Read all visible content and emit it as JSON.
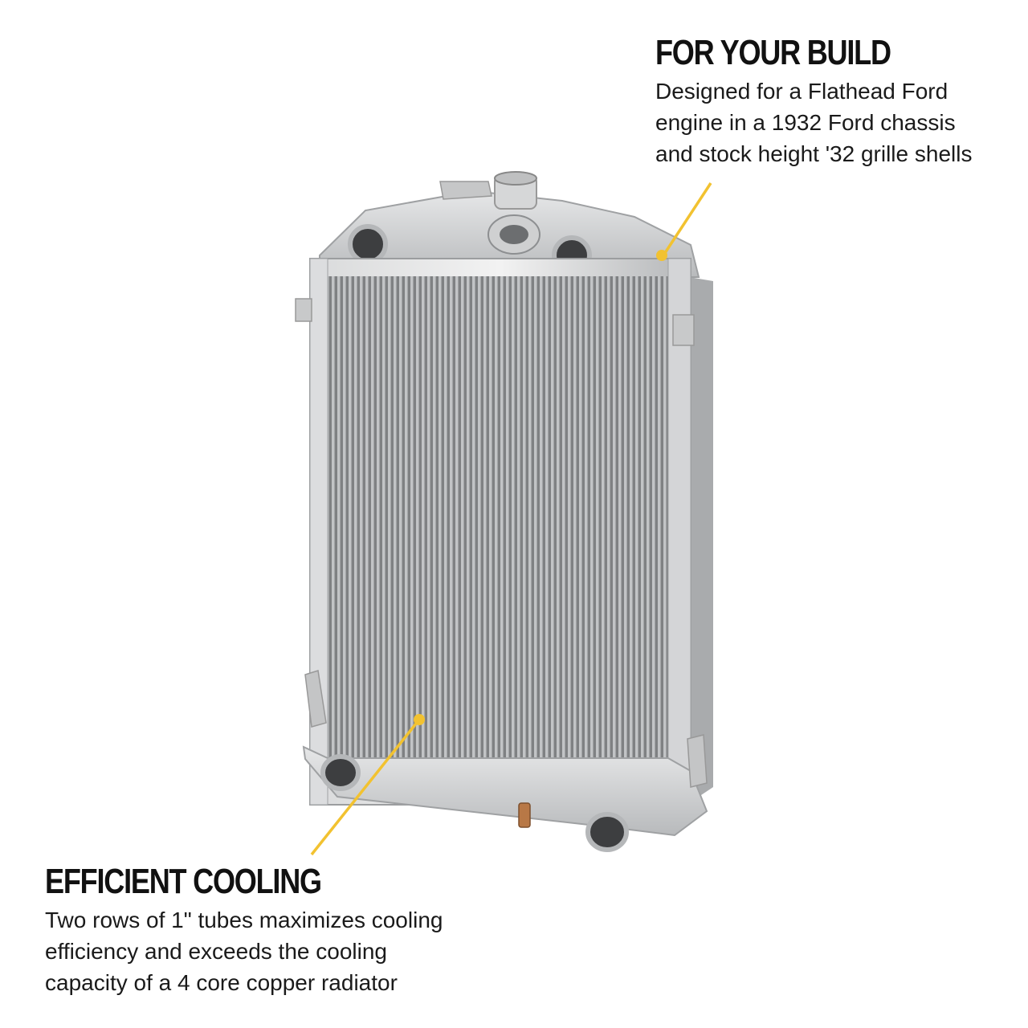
{
  "callouts": {
    "build": {
      "heading": "FOR YOUR BUILD",
      "lines": [
        "Designed for a Flathead Ford",
        "engine in a 1932 Ford chassis",
        "and stock height '32 grille shells"
      ]
    },
    "cooling": {
      "heading": "EFFICIENT COOLING",
      "lines": [
        "Two rows of 1\" tubes maximizes cooling",
        "efficiency and exceeds the cooling",
        "capacity of a 4 core copper radiator"
      ]
    }
  },
  "colors": {
    "accent": "#f2c230",
    "core": "#8a8c8e",
    "frame": "#c9cbcd"
  }
}
